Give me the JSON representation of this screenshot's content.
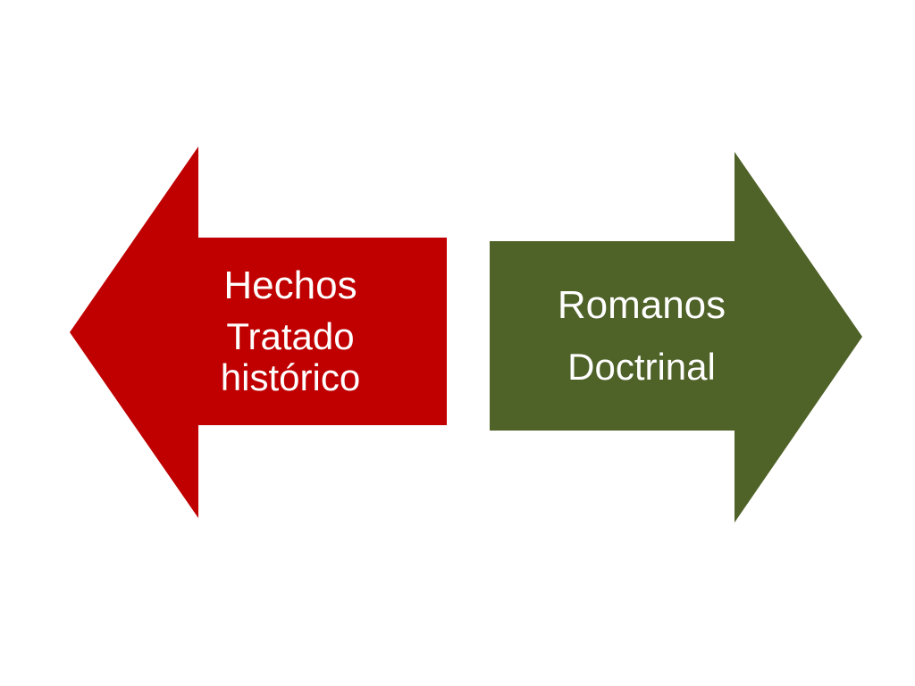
{
  "diagram": {
    "left_arrow": {
      "direction": "left",
      "color": "#C00000",
      "title": "Hechos",
      "subtitle": "Tratado histórico"
    },
    "right_arrow": {
      "direction": "right",
      "color": "#4F6228",
      "title": "Romanos",
      "subtitle": "Doctrinal"
    }
  }
}
